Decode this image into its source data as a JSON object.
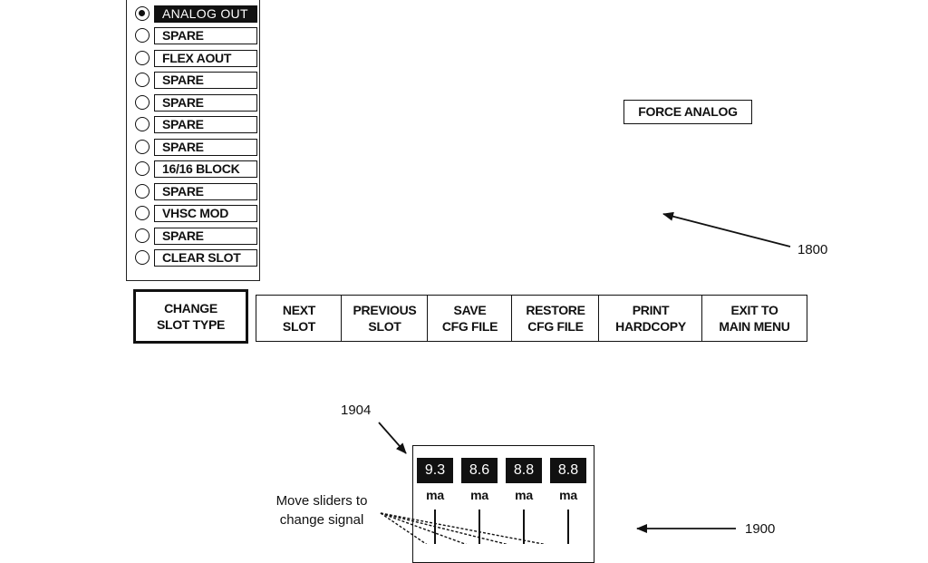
{
  "slot_list": {
    "items": [
      {
        "label": "ANALOG OUT",
        "selected": true
      },
      {
        "label": "SPARE",
        "selected": false
      },
      {
        "label": "FLEX AOUT",
        "selected": false
      },
      {
        "label": "SPARE",
        "selected": false
      },
      {
        "label": "SPARE",
        "selected": false
      },
      {
        "label": "SPARE",
        "selected": false
      },
      {
        "label": "SPARE",
        "selected": false
      },
      {
        "label": "16/16 BLOCK",
        "selected": false
      },
      {
        "label": "SPARE",
        "selected": false
      },
      {
        "label": "VHSC MOD",
        "selected": false
      },
      {
        "label": "SPARE",
        "selected": false
      },
      {
        "label": "CLEAR SLOT",
        "selected": false
      }
    ]
  },
  "force_analog": {
    "label": "FORCE ANALOG"
  },
  "toolbar": {
    "change_slot_type": "CHANGE\nSLOT TYPE",
    "next_slot": "NEXT\nSLOT",
    "previous_slot": "PREVIOUS\nSLOT",
    "save_cfg_file": "SAVE\nCFG FILE",
    "restore_cfg_file": "RESTORE\nCFG FILE",
    "print_hardcopy": "PRINT\nHARDCOPY",
    "exit_to_main_menu": "EXIT TO\nMAIN MENU"
  },
  "references": {
    "r1800": "1800",
    "r1904": "1904",
    "r1900": "1900"
  },
  "instruction": "Move sliders to\nchange signal",
  "meters": [
    {
      "value": "9.3",
      "unit": "ma"
    },
    {
      "value": "8.6",
      "unit": "ma"
    },
    {
      "value": "8.8",
      "unit": "ma"
    },
    {
      "value": "8.8",
      "unit": "ma"
    }
  ]
}
